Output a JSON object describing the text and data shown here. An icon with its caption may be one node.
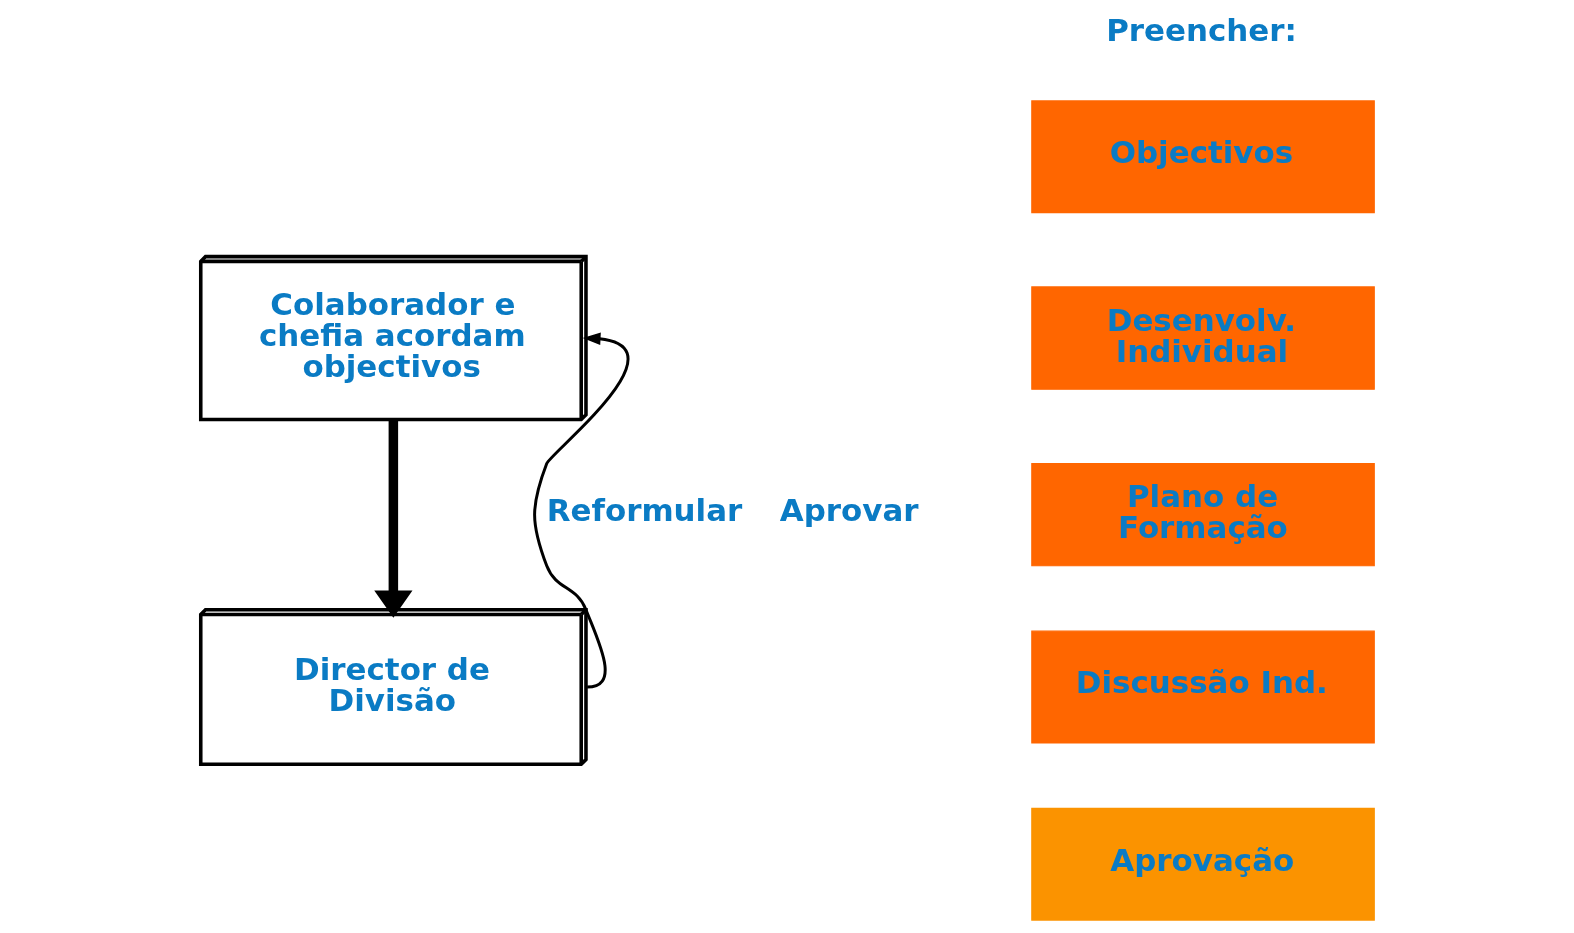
{
  "diagram": {
    "nodes": [
      {
        "text": [
          "Colaborador e chefia acordam objectivos"
        ]
      },
      {
        "text": [
          "Director de Divisão"
        ]
      },
      {
        "text": [
          "Objectivos"
        ]
      },
      {
        "text": [
          "Desenvolv. Individual"
        ]
      },
      {
        "text": [
          "Plano de Formação"
        ]
      },
      {
        "text": [
          "Discussão Ind."
        ]
      },
      {
        "text": [
          "Aprovação"
        ]
      }
    ],
    "edges": [
      {
        "from": 0,
        "to": 1,
        "arrow": "to",
        "style": "thick"
      },
      {
        "from": 1,
        "to": 0,
        "arrow": "to",
        "label": "Reformular"
      }
    ],
    "labels": [
      "Preencher:",
      "Aprovar"
    ]
  }
}
